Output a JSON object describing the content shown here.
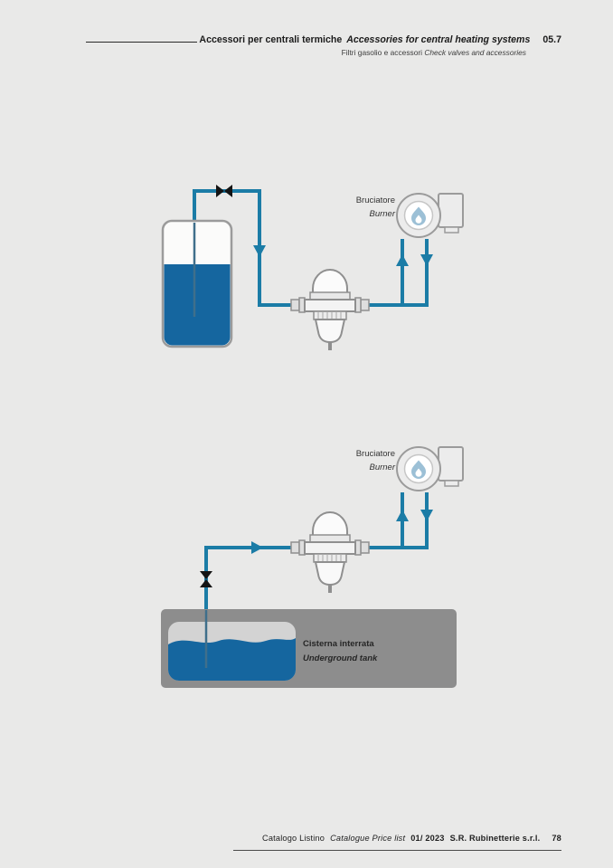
{
  "header": {
    "title_it": "Accessori per centrali termiche",
    "title_en": "Accessories for central heating systems",
    "section": "05.7",
    "subtitle_it": "Filtri gasolio e accessori",
    "subtitle_en": "Check valves and accessories"
  },
  "diagrams": {
    "top": {
      "burner_it": "Bruciatore",
      "burner_en": "Burner"
    },
    "bottom": {
      "burner_it": "Bruciatore",
      "burner_en": "Burner",
      "tank_it": "Cisterna interrata",
      "tank_en": "Underground tank"
    }
  },
  "footer": {
    "catalog_it": "Catalogo Listino",
    "catalog_en": "Catalogue Price list",
    "edition": "01/ 2023",
    "company": "S.R. Rubinetterie s.r.l.",
    "page": "78"
  },
  "colors": {
    "background": "#e9e9e8",
    "pipe": "#1b7ca6",
    "oil": "#15669f",
    "underground_gray": "#8d8d8d",
    "outline_gray": "#9b9b9b",
    "flame": "#9cc0d6",
    "valve_black": "#141414"
  }
}
